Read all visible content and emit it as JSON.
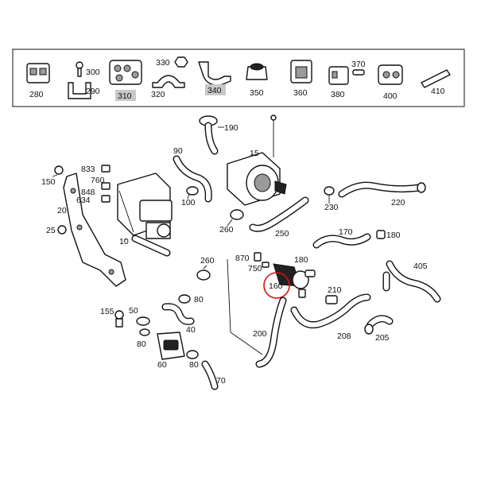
{
  "legend": {
    "items": [
      {
        "num": "280",
        "highlight": false
      },
      {
        "num": "300",
        "highlight": false
      },
      {
        "num": "290",
        "highlight": false
      },
      {
        "num": "310",
        "highlight": true
      },
      {
        "num": "330",
        "highlight": false
      },
      {
        "num": "320",
        "highlight": false
      },
      {
        "num": "340",
        "highlight": true
      },
      {
        "num": "350",
        "highlight": false
      },
      {
        "num": "360",
        "highlight": false
      },
      {
        "num": "370",
        "highlight": false
      },
      {
        "num": "380",
        "highlight": false
      },
      {
        "num": "400",
        "highlight": false
      },
      {
        "num": "410",
        "highlight": false
      }
    ]
  },
  "callouts": {
    "190": "190",
    "15": "15",
    "90": "90",
    "100": "100",
    "230": "230",
    "220": "220",
    "150": "150",
    "833": "833",
    "760": "760",
    "848": "848",
    "634": "634",
    "20": "20",
    "25": "25",
    "10": "10",
    "260a": "260",
    "250": "250",
    "170": "170",
    "180a": "180",
    "870": "870",
    "750": "750",
    "180b": "180",
    "160": "160",
    "405": "405",
    "260b": "260",
    "80a": "80",
    "155": "155",
    "50": "50",
    "40": "40",
    "80b": "80",
    "210": "210",
    "200": "200",
    "208": "208",
    "205": "205",
    "60": "60",
    "80c": "80",
    "70": "70"
  },
  "highlight_color": "#d41414",
  "legend_highlight_fill": "#c8c8c8"
}
